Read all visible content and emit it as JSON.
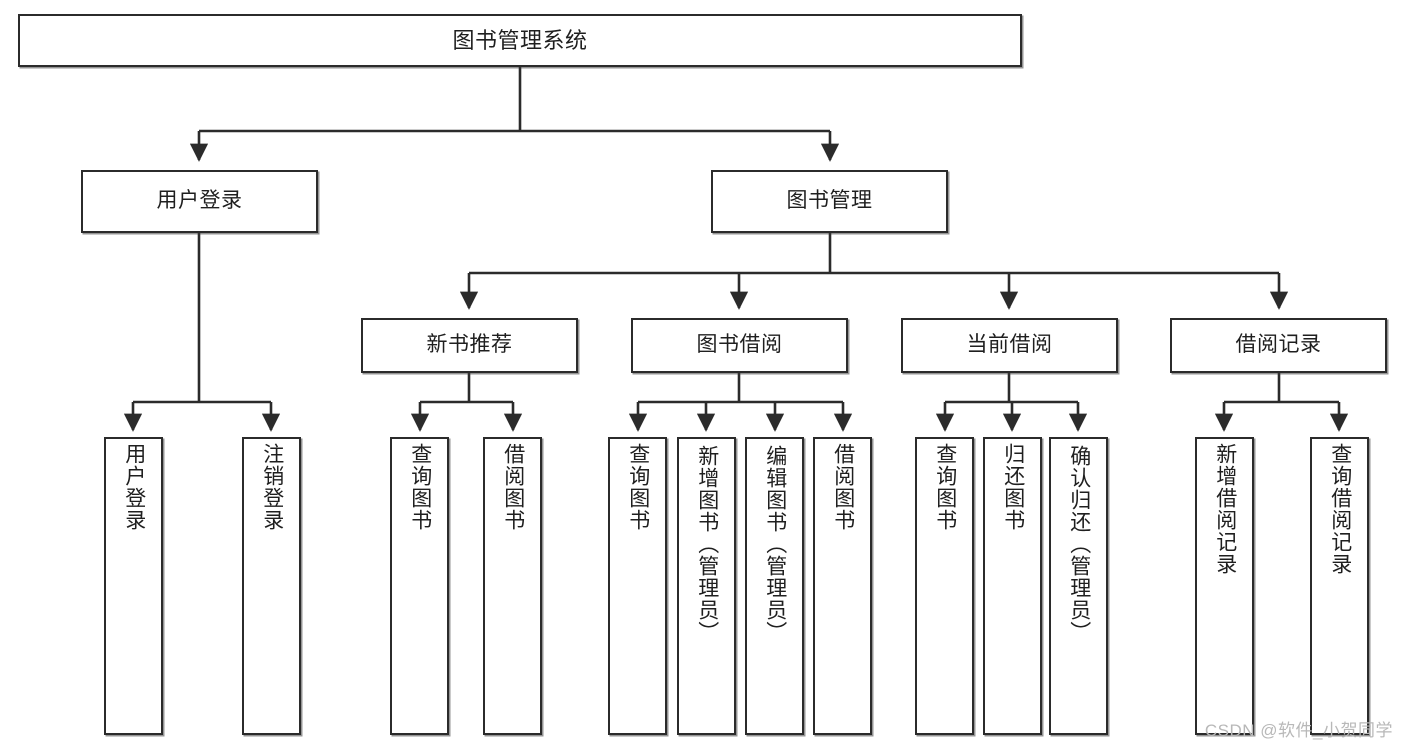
{
  "diagram": {
    "title": "图书管理系统",
    "type": "tree-hierarchy-diagram",
    "watermark": "CSDN @软件_小贺同学",
    "colors": {
      "border": "#2b2b2b",
      "background": "#ffffff",
      "text": "#1f1f1f",
      "watermark": "#b8b8b8"
    },
    "nodes": {
      "root": {
        "label": "图书管理系统"
      },
      "level2": [
        {
          "label": "用户登录"
        },
        {
          "label": "图书管理"
        }
      ],
      "level3": [
        {
          "label": "新书推荐"
        },
        {
          "label": "图书借阅"
        },
        {
          "label": "当前借阅"
        },
        {
          "label": "借阅记录"
        }
      ],
      "leaves_user_login": [
        {
          "label": "用户登录"
        },
        {
          "label": "注销登录"
        }
      ],
      "leaves_new_book": [
        {
          "label": "查询图书"
        },
        {
          "label": "借阅图书"
        }
      ],
      "leaves_borrow": [
        {
          "label": "查询图书"
        },
        {
          "label": "新增图书（管理员）"
        },
        {
          "label": "编辑图书（管理员）"
        },
        {
          "label": "借阅图书"
        }
      ],
      "leaves_current": [
        {
          "label": "查询图书"
        },
        {
          "label": "归还图书"
        },
        {
          "label": "确认归还（管理员）"
        }
      ],
      "leaves_record": [
        {
          "label": "新增借阅记录"
        },
        {
          "label": "查询借阅记录"
        }
      ]
    }
  }
}
